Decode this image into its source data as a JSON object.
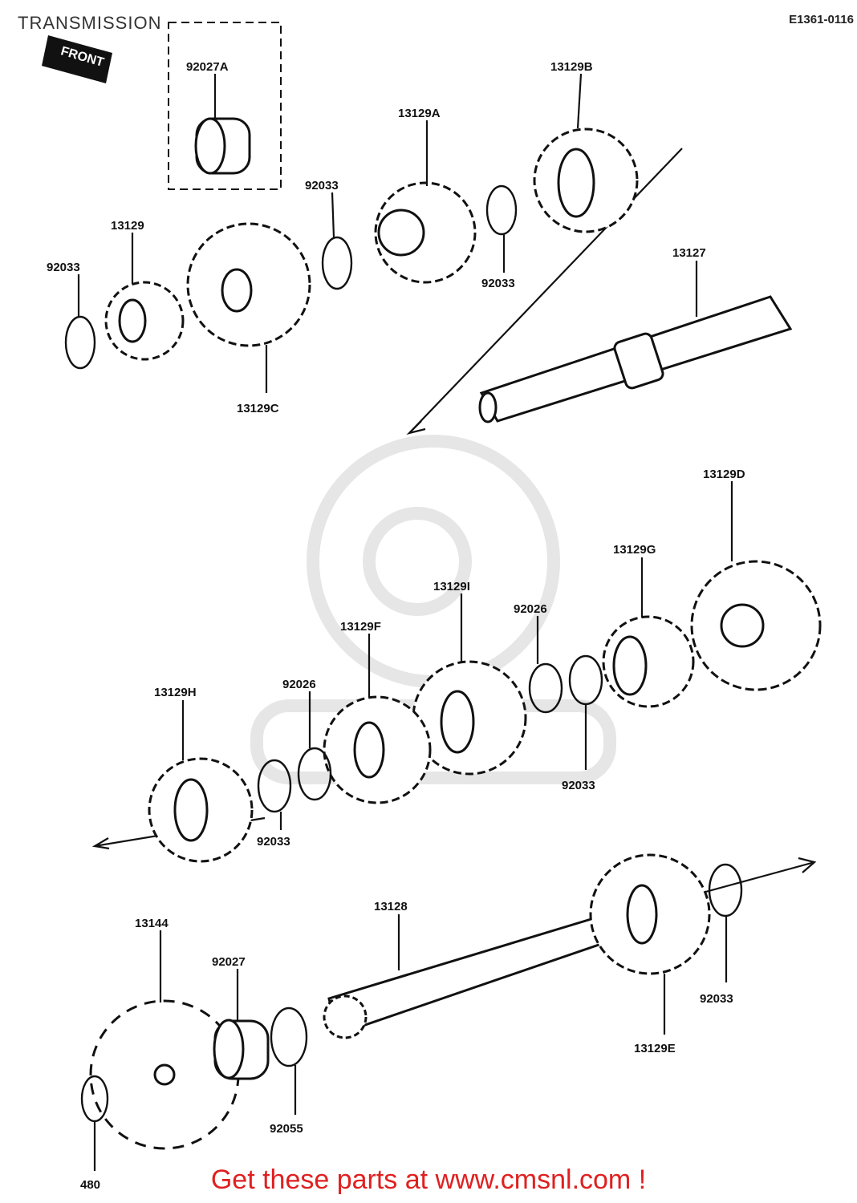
{
  "header": {
    "title": "TRANSMISSION",
    "diagram_code": "E1361-0116",
    "front_marker": "FRONT"
  },
  "footer": {
    "cta": "Get these parts at www.cmsnl.com !"
  },
  "parts": [
    {
      "id": "p-92027A",
      "label": "92027A"
    },
    {
      "id": "p-13129B",
      "label": "13129B"
    },
    {
      "id": "p-13129A",
      "label": "13129A"
    },
    {
      "id": "p-92033-top",
      "label": "92033"
    },
    {
      "id": "p-92033-right",
      "label": "92033"
    },
    {
      "id": "p-13129",
      "label": "13129"
    },
    {
      "id": "p-92033-left",
      "label": "92033"
    },
    {
      "id": "p-13129C",
      "label": "13129C"
    },
    {
      "id": "p-13127",
      "label": "13127"
    },
    {
      "id": "p-13129D",
      "label": "13129D"
    },
    {
      "id": "p-13129G",
      "label": "13129G"
    },
    {
      "id": "p-13129I",
      "label": "13129I"
    },
    {
      "id": "p-92026-r",
      "label": "92026"
    },
    {
      "id": "p-13129F",
      "label": "13129F"
    },
    {
      "id": "p-92026-l",
      "label": "92026"
    },
    {
      "id": "p-13129H",
      "label": "13129H"
    },
    {
      "id": "p-92033-mid-r",
      "label": "92033"
    },
    {
      "id": "p-92033-mid-l",
      "label": "92033"
    },
    {
      "id": "p-13128",
      "label": "13128"
    },
    {
      "id": "p-13144",
      "label": "13144"
    },
    {
      "id": "p-92027",
      "label": "92027"
    },
    {
      "id": "p-92033-bot",
      "label": "92033"
    },
    {
      "id": "p-13129E",
      "label": "13129E"
    },
    {
      "id": "p-92055",
      "label": "92055"
    },
    {
      "id": "p-480",
      "label": "480"
    }
  ]
}
